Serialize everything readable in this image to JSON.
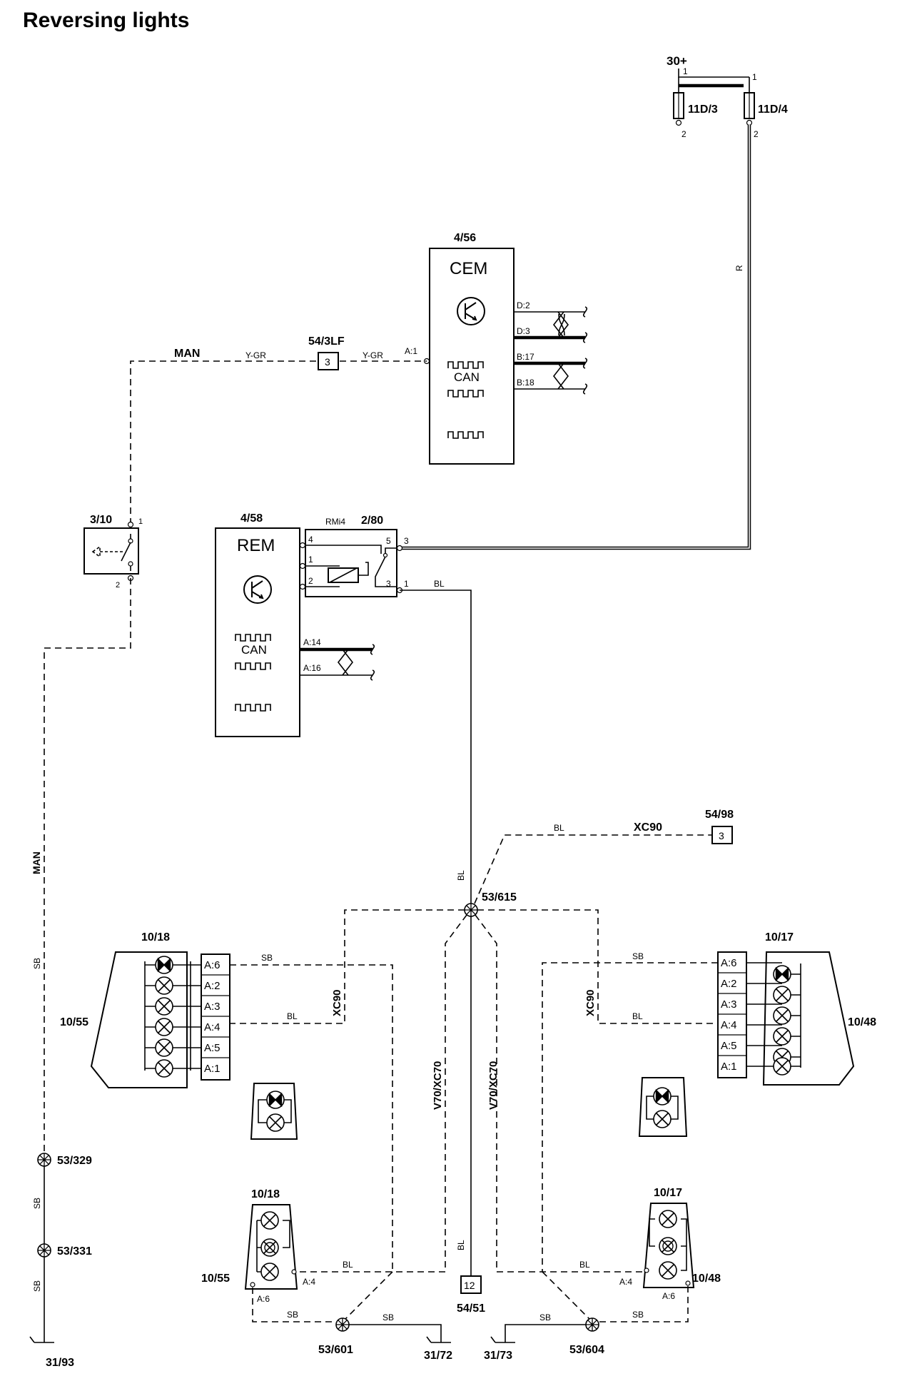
{
  "title": "Reversing lights",
  "supply": {
    "label": "30+",
    "pin_1": "1",
    "pin_2": "2",
    "fuse_a": "11D/3",
    "fuse_b": "11D/4"
  },
  "wires": {
    "r": "R",
    "man": "MAN",
    "ygr": "Y-GR",
    "bl": "BL",
    "sb": "SB",
    "xc90": "XC90",
    "v70xc70": "V70/XC70"
  },
  "cem": {
    "id": "4/56",
    "name": "CEM",
    "can": "CAN",
    "pins": [
      "A:1",
      "D:2",
      "D:3",
      "B:17",
      "B:18"
    ]
  },
  "rem": {
    "id": "4/58",
    "name": "REM",
    "can": "CAN",
    "pins": [
      "A:14",
      "A:16"
    ]
  },
  "relay": {
    "id": "2/80",
    "label": "RMi4",
    "pins": [
      "4",
      "1",
      "2",
      "5",
      "3",
      "3",
      "1"
    ]
  },
  "switch": {
    "id": "3/10",
    "pin_1": "1",
    "pin_2": "2"
  },
  "connectors": {
    "c543lf": {
      "id": "54/3LF",
      "pin": "3"
    },
    "c5498": {
      "id": "54/98",
      "pin": "3"
    },
    "c5451": {
      "id": "54/51",
      "pin": "12"
    }
  },
  "splices": [
    "53/615",
    "53/329",
    "53/331",
    "53/601",
    "53/604"
  ],
  "grounds": [
    "31/93",
    "31/72",
    "31/73"
  ],
  "lamp_left": {
    "id": "10/18",
    "side": "10/55",
    "pins": [
      "A:6",
      "A:2",
      "A:3",
      "A:4",
      "A:5",
      "A:1"
    ]
  },
  "lamp_right": {
    "id": "10/17",
    "side": "10/48",
    "pins": [
      "A:6",
      "A:2",
      "A:3",
      "A:4",
      "A:5",
      "A:1"
    ]
  },
  "small_left": {
    "id": "10/18",
    "side": "10/55",
    "pin_a4": "A:4",
    "pin_a6": "A:6"
  },
  "small_right": {
    "id": "10/17",
    "side": "10/48",
    "pin_a4": "A:4",
    "pin_a6": "A:6"
  }
}
